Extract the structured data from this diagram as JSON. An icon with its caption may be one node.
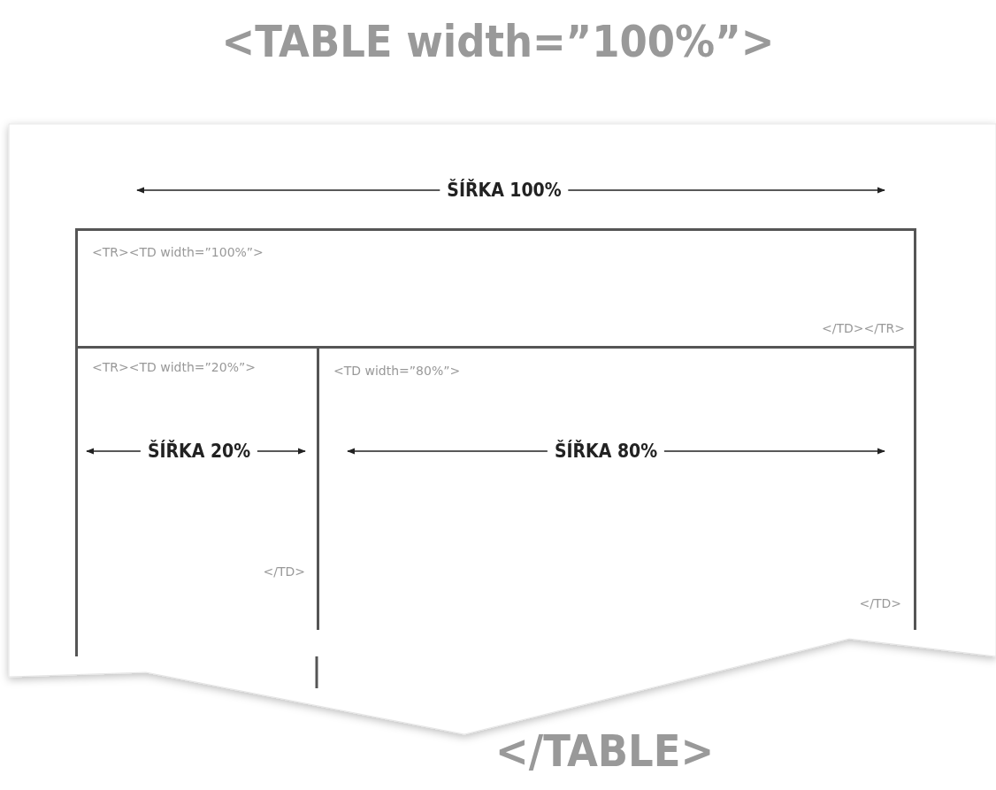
{
  "diagram": {
    "title": "<TABLE width=”100%”>",
    "caption": "</TABLE>",
    "nodes": [
      {
        "text": [
          "<TR><TD width=”100%”>",
          "</TD></TR>"
        ]
      },
      {
        "text": [
          "<TR><TD width=”20%”>",
          "</TD>"
        ]
      },
      {
        "text": [
          "<TD width=”80%”>",
          "</TD>"
        ]
      }
    ],
    "edges": [],
    "labels": [
      "ŠÍŘKA 100%",
      "ŠÍŘKA 20%",
      "ŠÍŘKA 80%"
    ]
  }
}
